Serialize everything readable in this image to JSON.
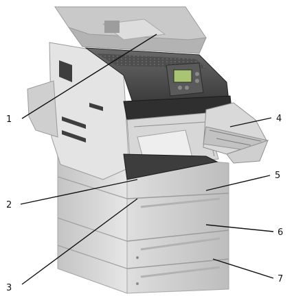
{
  "diagram": {
    "callouts": [
      {
        "number": "1"
      },
      {
        "number": "2"
      },
      {
        "number": "3"
      },
      {
        "number": "4"
      },
      {
        "number": "5"
      },
      {
        "number": "6"
      },
      {
        "number": "7"
      }
    ],
    "display_color": "#a9c472",
    "body_color": "#d6d6d6",
    "dark_color": "#3a3a3a"
  }
}
